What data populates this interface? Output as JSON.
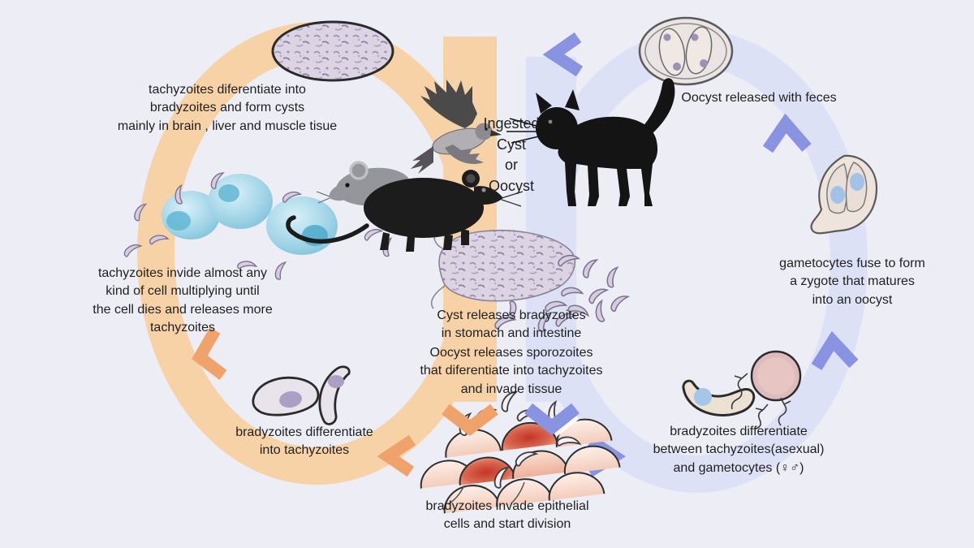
{
  "colors": {
    "background": "#edeef5",
    "host_cycle_band": "#f7d2a7",
    "host_cycle_arrow": "#f0a26b",
    "cat_cycle_band": "#dde1f6",
    "cat_cycle_arrow": "#8894e2"
  },
  "labels": {
    "cyst_formation": "tachyzoites diferentiate into\nbradyzoites and form cysts\nmainly in brain , liver and muscle tisue",
    "oocyst_released": "Oocyst released with feces",
    "ingested": "Ingested\nCyst\nor\nOocyst",
    "tachyzoites_invade": "tachyzoites invide almost any\nkind of cell multiplying until\nthe cell dies and releases more\ntachyzoites",
    "gametocytes_fuse": "gametocytes fuse to form\na zygote that matures\ninto an oocyst",
    "cyst_releases": "Cyst releases bradyzoites\nin stomach and intestine",
    "oocyst_releases": "Oocyst releases sporozoites\nthat diferentiate into tachyzoites\nand invade tissue",
    "bradyzoites_to_tachyzoites": "bradyzoites differentiate\ninto tachyzoites",
    "bradyzoites_to_gametocytes": "bradyzoites differentiate\nbetween tachyzoites(asexual)\nand gametocytes (♀♂)",
    "bradyzoites_invade": "bradyzoites invade epithelial\ncells and start division"
  }
}
